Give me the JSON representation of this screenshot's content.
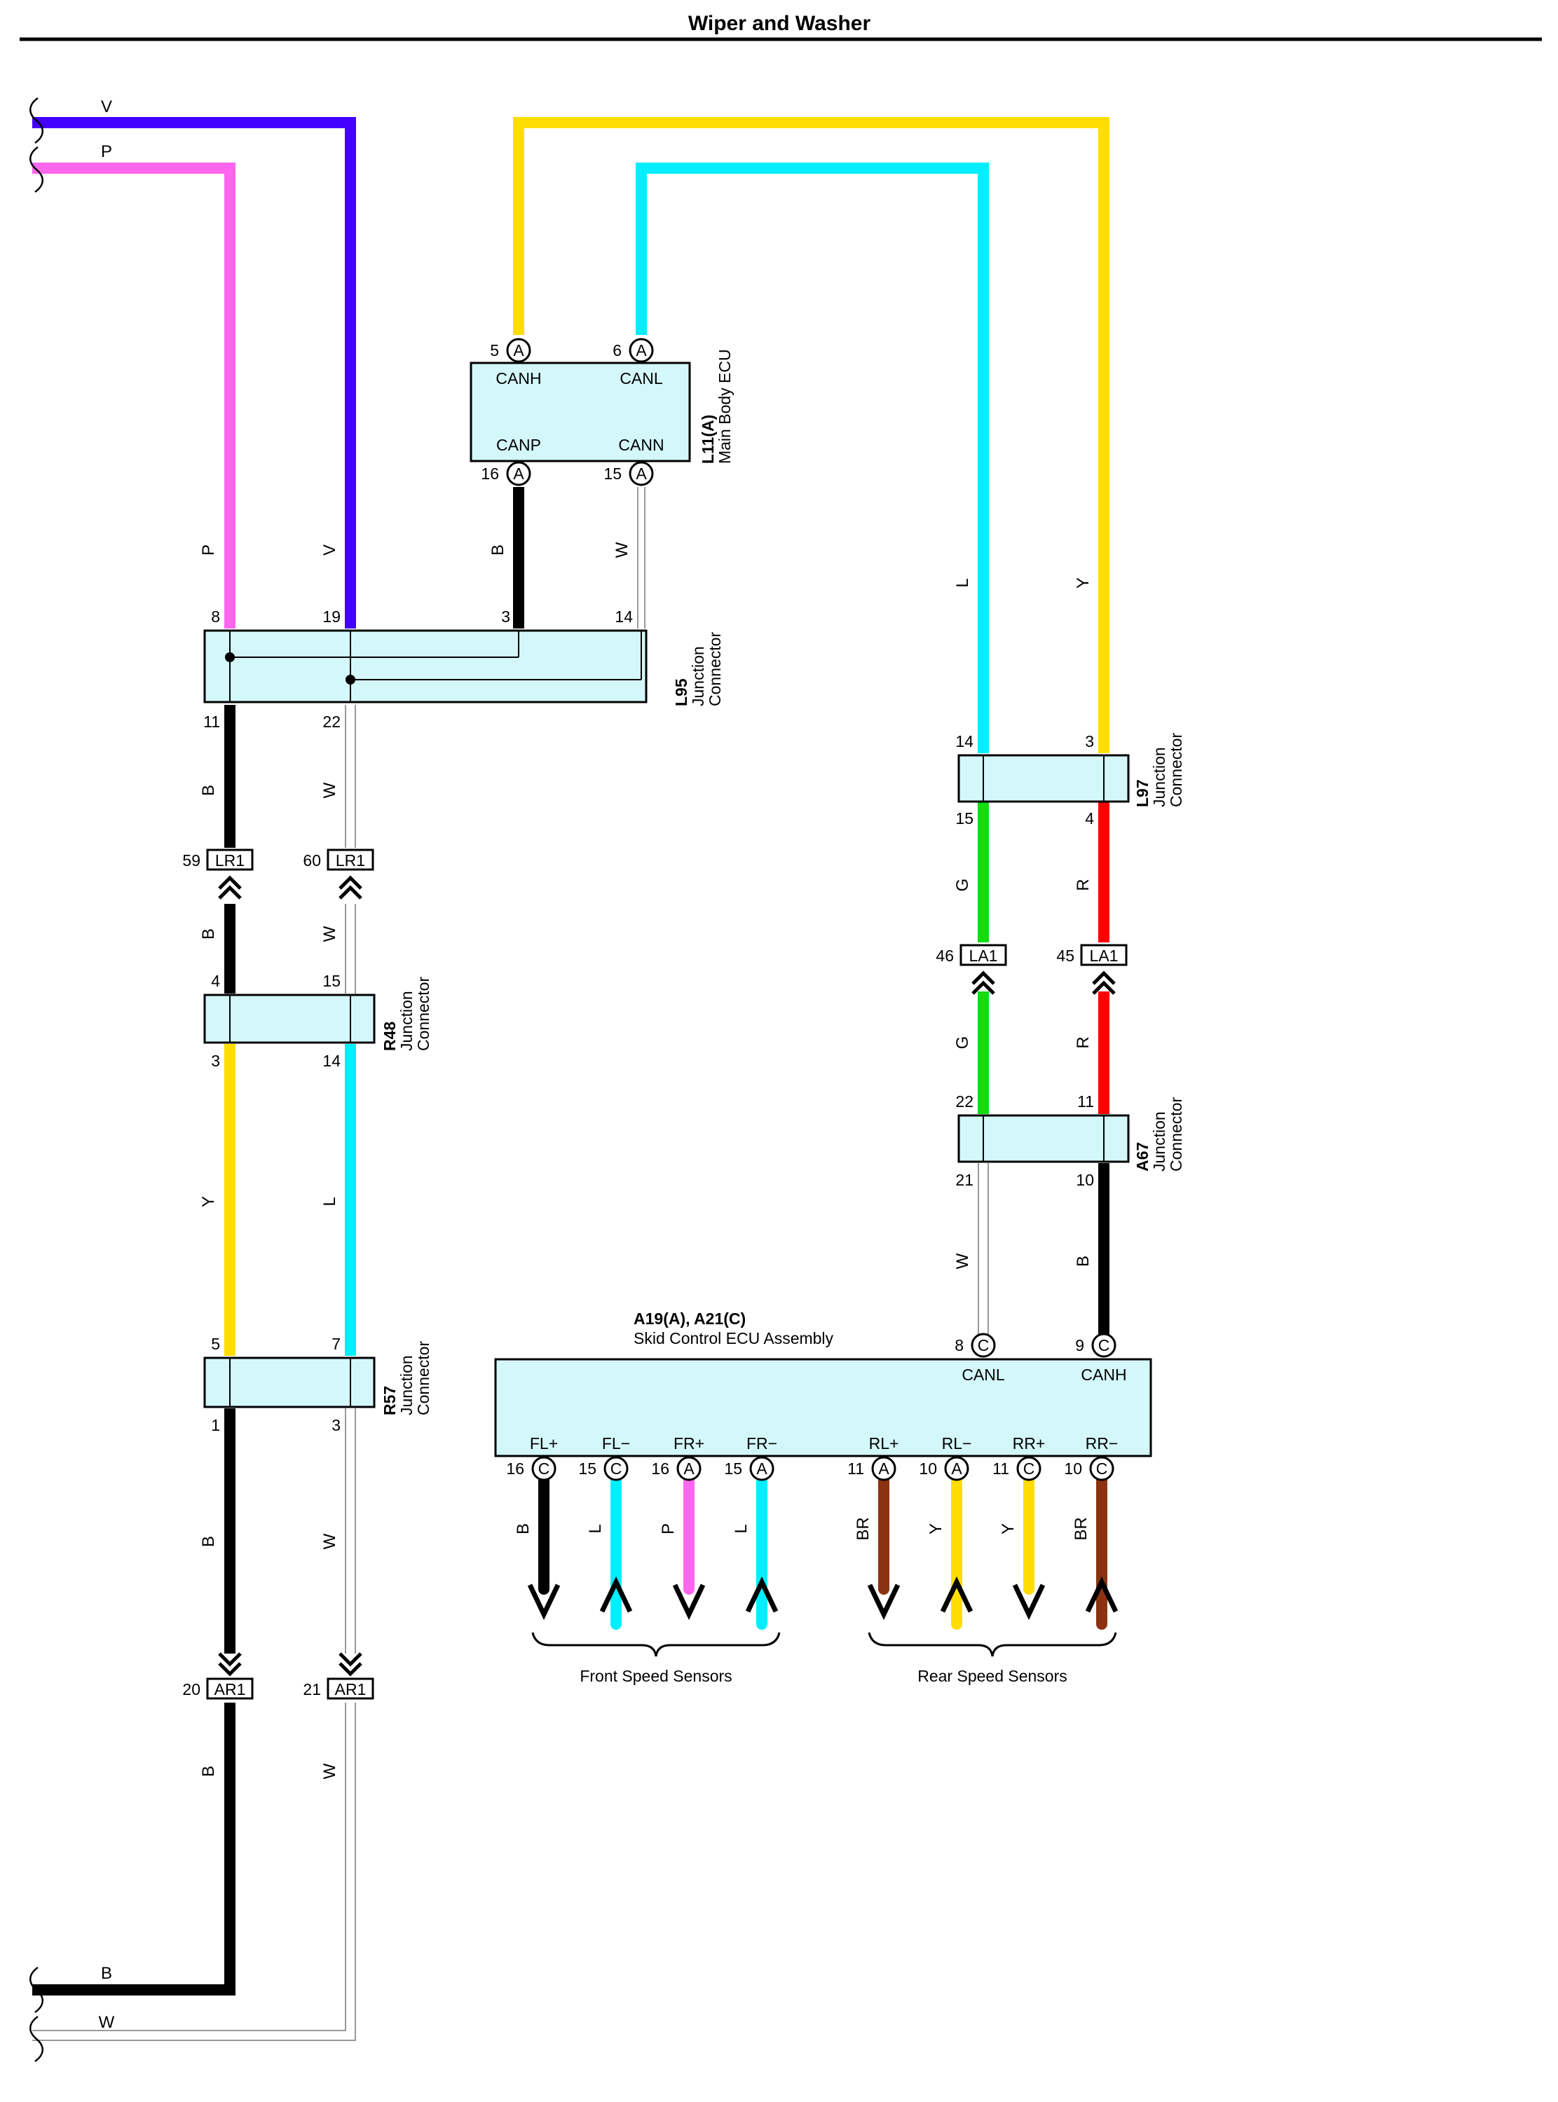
{
  "title": "Wiper and Washer",
  "colors": {
    "V": "#4400ff",
    "P": "#ff66ee",
    "B": "#000000",
    "W": "#999999",
    "Y": "#ffdd00",
    "L": "#00eeff",
    "G": "#11dd11",
    "R": "#ff0000",
    "BR": "#8b3311",
    "box_fill": "#d4f7fa"
  },
  "wire_labels": {
    "top_v": "V",
    "top_p": "P",
    "p_drop": "P",
    "v_drop": "V",
    "canp_b": "B",
    "cann_w": "W",
    "l95_11_b": "B",
    "l95_22_w": "W",
    "lr1_59_b": "B",
    "lr1_60_w": "W",
    "r48_3_y": "Y",
    "r48_14_l": "L",
    "r57_1_b": "B",
    "r57_3_w": "W",
    "ar1_20_b": "B",
    "ar1_21_w": "W",
    "bottom_b": "B",
    "bottom_w": "W",
    "l97_14_l": "L",
    "l97_3_y": "Y",
    "l97_15_g": "G",
    "l97_4_r": "R",
    "la1_46_g": "G",
    "la1_45_r": "R",
    "a67_21_w": "W",
    "a67_10_b": "B"
  },
  "main_body_ecu": {
    "code": "L11(A)",
    "name": "Main Body ECU",
    "pins": {
      "canh": {
        "num": "5",
        "conn": "A",
        "label": "CANH"
      },
      "canl": {
        "num": "6",
        "conn": "A",
        "label": "CANL"
      },
      "canp": {
        "num": "16",
        "conn": "A",
        "label": "CANP"
      },
      "cann": {
        "num": "15",
        "conn": "A",
        "label": "CANN"
      }
    }
  },
  "l95": {
    "code": "L95",
    "name_line1": "Junction",
    "name_line2": "Connector",
    "pins": {
      "p8": "8",
      "p19": "19",
      "p3": "3",
      "p14": "14",
      "p11": "11",
      "p22": "22"
    }
  },
  "l97": {
    "code": "L97",
    "name_line1": "Junction",
    "name_line2": "Connector",
    "pins": {
      "p14": "14",
      "p3": "3",
      "p15": "15",
      "p4": "4"
    }
  },
  "r48": {
    "code": "R48",
    "name_line1": "Junction",
    "name_line2": "Connector",
    "pins": {
      "p4": "4",
      "p15": "15",
      "p3": "3",
      "p14": "14"
    }
  },
  "r57": {
    "code": "R57",
    "name_line1": "Junction",
    "name_line2": "Connector",
    "pins": {
      "p5": "5",
      "p7": "7",
      "p1": "1",
      "p3": "3"
    }
  },
  "a67": {
    "code": "A67",
    "name_line1": "Junction",
    "name_line2": "Connector",
    "pins": {
      "p22": "22",
      "p11": "11",
      "p21": "21",
      "p10": "10"
    }
  },
  "inline": {
    "lr1_59": {
      "num": "59",
      "name": "LR1"
    },
    "lr1_60": {
      "num": "60",
      "name": "LR1"
    },
    "la1_46": {
      "num": "46",
      "name": "LA1"
    },
    "la1_45": {
      "num": "45",
      "name": "LA1"
    },
    "ar1_20": {
      "num": "20",
      "name": "AR1"
    },
    "ar1_21": {
      "num": "21",
      "name": "AR1"
    }
  },
  "skid_ecu": {
    "code": "A19(A), A21(C)",
    "name": "Skid Control ECU Assembly",
    "top_pins": {
      "canl": {
        "num": "8",
        "conn": "C",
        "label": "CANL"
      },
      "canh": {
        "num": "9",
        "conn": "C",
        "label": "CANH"
      }
    },
    "bottom_pins": [
      {
        "label": "FL+",
        "num": "16",
        "conn": "C",
        "wire": "B",
        "dir": "down"
      },
      {
        "label": "FL−",
        "num": "15",
        "conn": "C",
        "wire": "L",
        "dir": "up"
      },
      {
        "label": "FR+",
        "num": "16",
        "conn": "A",
        "wire": "P",
        "dir": "down"
      },
      {
        "label": "FR−",
        "num": "15",
        "conn": "A",
        "wire": "L",
        "dir": "up"
      },
      {
        "label": "RL+",
        "num": "11",
        "conn": "A",
        "wire": "BR",
        "dir": "down"
      },
      {
        "label": "RL−",
        "num": "10",
        "conn": "A",
        "wire": "Y",
        "dir": "up"
      },
      {
        "label": "RR+",
        "num": "11",
        "conn": "C",
        "wire": "Y",
        "dir": "down"
      },
      {
        "label": "RR−",
        "num": "10",
        "conn": "C",
        "wire": "BR",
        "dir": "up"
      }
    ]
  },
  "sensor_groups": {
    "front": "Front Speed Sensors",
    "rear": "Rear Speed Sensors"
  }
}
